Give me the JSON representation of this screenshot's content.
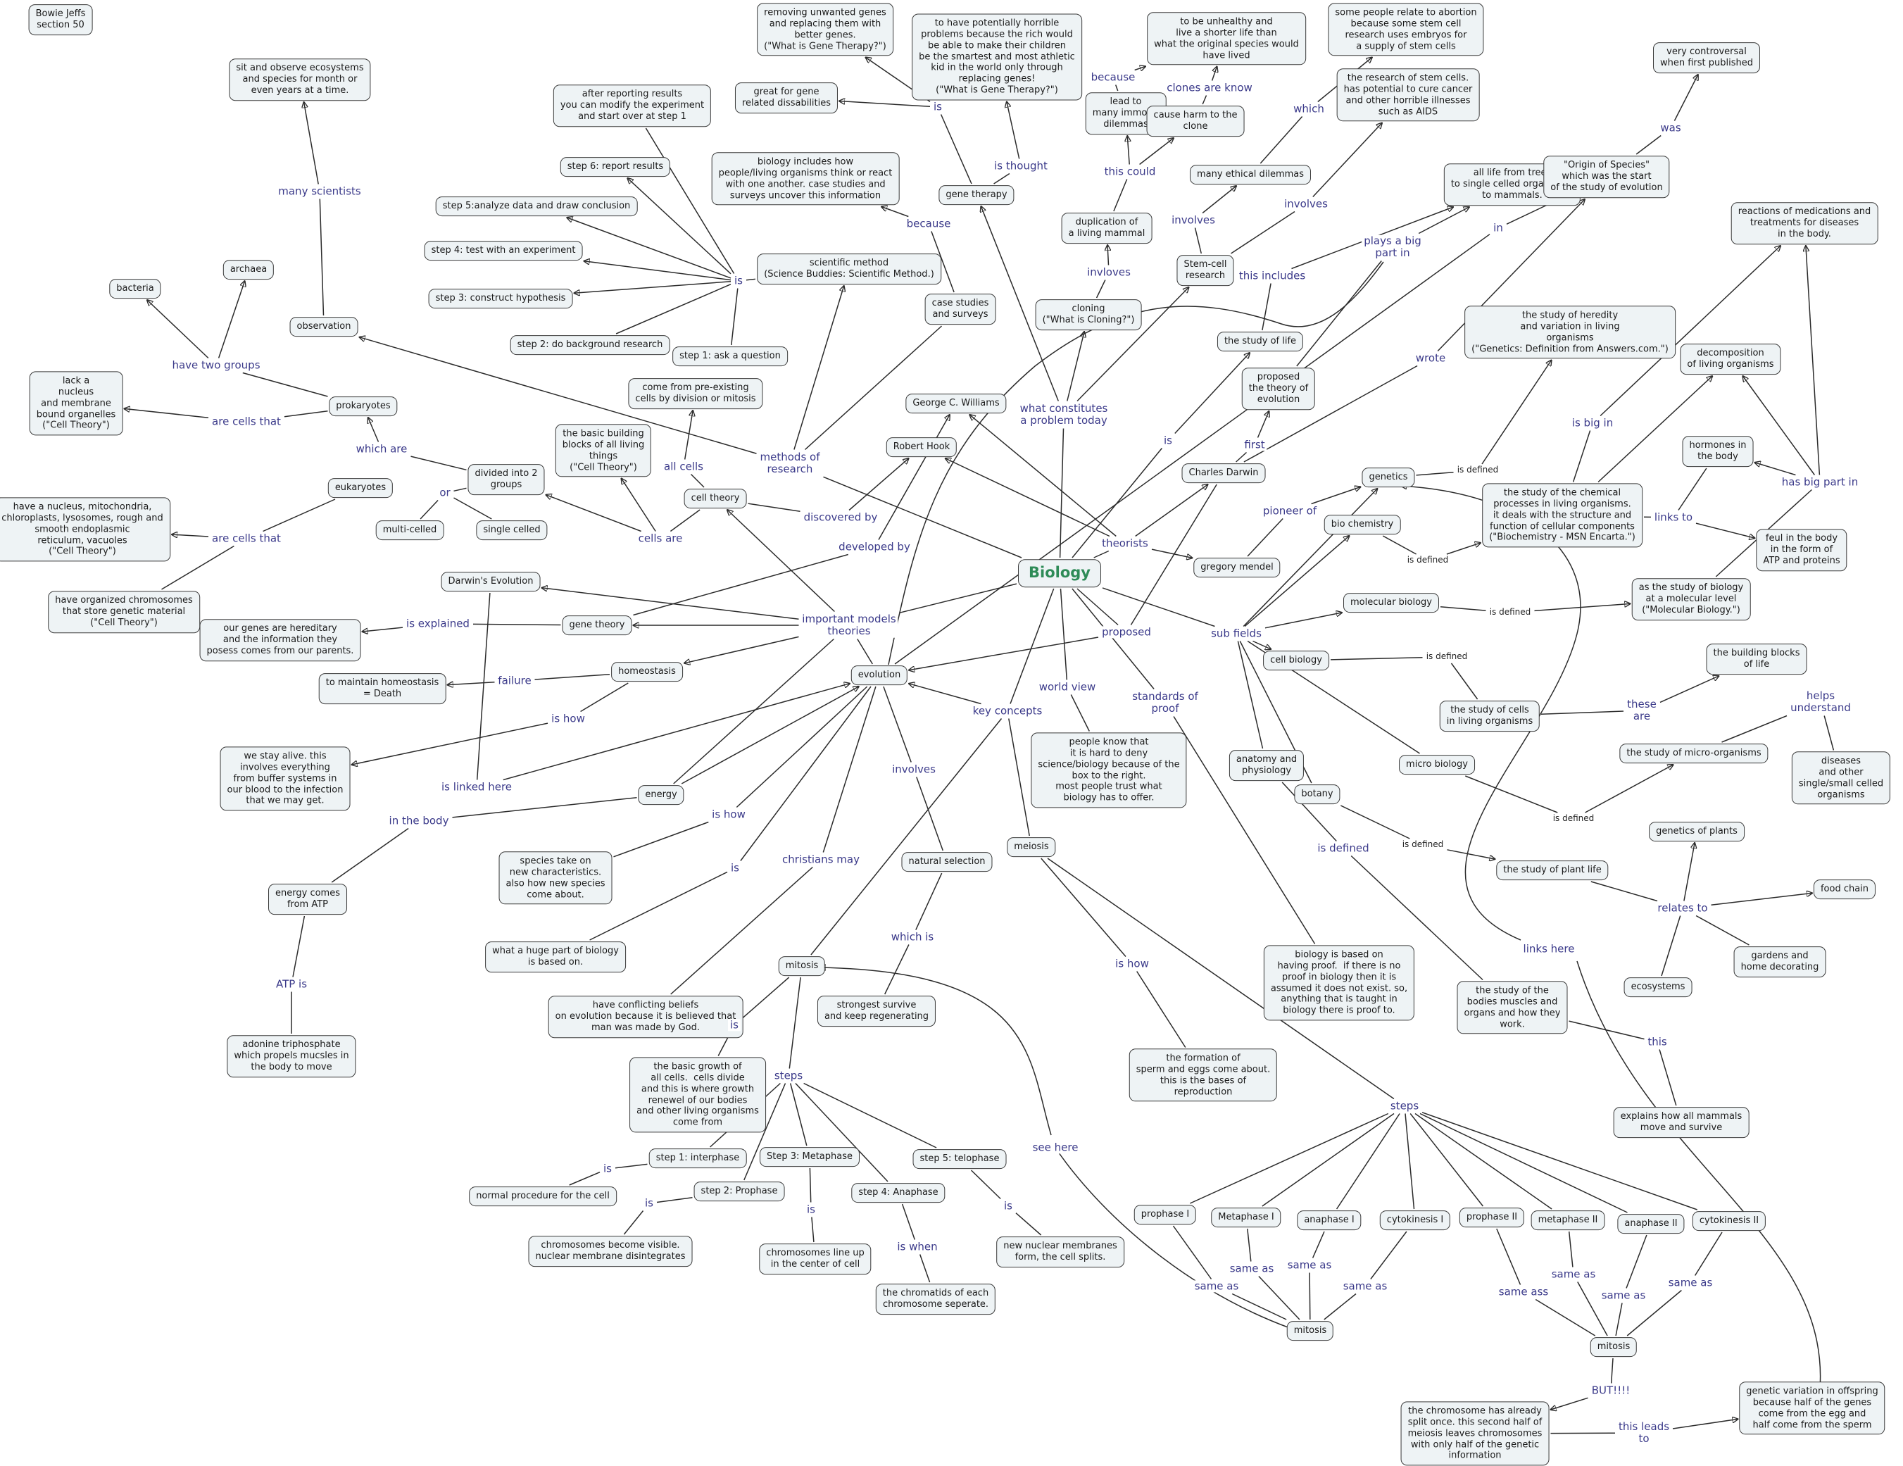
{
  "colors": {
    "node_fill": "#eef3f5",
    "node_border": "#3a3a3a",
    "root_text": "#2e8b57",
    "link_label": "#3b3a8a",
    "line": "#2b2b2b"
  },
  "nodes": [
    {
      "id": "biology",
      "text": "Biology",
      "root": true
    },
    {
      "id": "author",
      "text": "Bowie Jeffs\nsection 50"
    },
    {
      "id": "sit",
      "text": "sit and observe ecosystems\nand species for month or\neven years at a time."
    },
    {
      "id": "removing",
      "text": "removing unwanted genes\nand replacing them with\nbetter genes.\n(\"What is Gene Therapy?\")"
    },
    {
      "id": "horrible",
      "text": "to have potentially horrible\nproblems because the rich would\nbe able to make their children\nbe the smartest and most athletic\nkid in the world only through\nreplacing genes!\n(\"What is Gene Therapy?\")"
    },
    {
      "id": "unhealthy",
      "text": "to be unhealthy and\nlive a shorter life than\nwhat the original species would\nhave lived"
    },
    {
      "id": "abortion",
      "text": "some people relate to abortion\nbecause some stem cell\nresearch uses embryos for\na supply of stem cells"
    },
    {
      "id": "controversial",
      "text": "very controversal\nwhen first published"
    },
    {
      "id": "reporting",
      "text": "after reporting results\nyou can modify the experiment\nand start over at step 1"
    },
    {
      "id": "dissabilities",
      "text": "great for gene\nrelated dissabilities"
    },
    {
      "id": "dilemmas",
      "text": "lead to\nmany immoral\ndilemmas"
    },
    {
      "id": "harm",
      "text": "cause harm to the\nclone"
    },
    {
      "id": "cancer",
      "text": "the research of stem cells.\nhas potential to cure cancer\nand other horrible illnesses\nsuch as AIDS"
    },
    {
      "id": "step6",
      "text": "step 6: report results"
    },
    {
      "id": "howreact",
      "text": "biology includes how\npeople/living organisms think or react\nwith one another. case studies and\nsurveys uncover this information"
    },
    {
      "id": "genetherapy",
      "text": "gene therapy"
    },
    {
      "id": "ethical",
      "text": "many ethical dilemmas"
    },
    {
      "id": "alllife",
      "text": "all life from trees\nto single celled orgamisms\nto mammals."
    },
    {
      "id": "origin",
      "text": "\"Origin of Species\"\nwhich was the start\nof the study of evolution"
    },
    {
      "id": "reactions",
      "text": "reactions of medications and\ntreatments for diseases\nin the body."
    },
    {
      "id": "step5",
      "text": "step 5:analyze data and draw conclusion"
    },
    {
      "id": "duplication",
      "text": "duplication of\na living mammal"
    },
    {
      "id": "step4",
      "text": "step 4: test with an experiment"
    },
    {
      "id": "archaea",
      "text": "archaea"
    },
    {
      "id": "scientific",
      "text": "scientific method\n(Science Buddies: Scientific Method.)"
    },
    {
      "id": "stemcell",
      "text": "Stem-cell\nresearch"
    },
    {
      "id": "bacteria",
      "text": "bacteria"
    },
    {
      "id": "step3",
      "text": "step 3: construct hypothesis"
    },
    {
      "id": "casestudies",
      "text": "case studies\nand surveys"
    },
    {
      "id": "cloning",
      "text": "cloning\n(\"What is Cloning?\")"
    },
    {
      "id": "observation",
      "text": "observation"
    },
    {
      "id": "heredity",
      "text": "the study of heredity\nand variation in living\norganisms\n(\"Genetics: Definition from Answers.com.\")"
    },
    {
      "id": "studylife",
      "text": "the study of life"
    },
    {
      "id": "step2",
      "text": "step 2: do background research"
    },
    {
      "id": "step1",
      "text": "step 1: ask a question"
    },
    {
      "id": "decomposition",
      "text": "decomposition\nof living organisms"
    },
    {
      "id": "lack",
      "text": "lack a\nnucleus\nand membrane\nbound organelles\n(\"Cell Theory\")"
    },
    {
      "id": "prokaryotes",
      "text": "prokaryotes"
    },
    {
      "id": "preexisting",
      "text": "come from pre-existing\ncells by division or mitosis"
    },
    {
      "id": "proposedtheory",
      "text": "proposed\nthe theory of\nevolution"
    },
    {
      "id": "williams",
      "text": "George C. Williams"
    },
    {
      "id": "buildingblocks",
      "text": "the basic building\nblocks of all living\nthings\n(\"Cell Theory\")"
    },
    {
      "id": "hook",
      "text": "Robert Hook"
    },
    {
      "id": "hormones",
      "text": "hormones in\nthe body"
    },
    {
      "id": "darwin",
      "text": "Charles Darwin"
    },
    {
      "id": "genetics",
      "text": "genetics"
    },
    {
      "id": "divided",
      "text": "divided into 2\ngroups"
    },
    {
      "id": "eukaryotes",
      "text": "eukaryotes"
    },
    {
      "id": "chemical",
      "text": "the study of the chemical\nprocesses in living organisms.\nit deals with the structure and\nfunction of cellular components\n(\"Biochemistry - MSN Encarta.\")"
    },
    {
      "id": "celltheory",
      "text": "cell theory"
    },
    {
      "id": "nucleus",
      "text": "have a nucleus, mitochondria,\nchloroplasts, lysosomes, rough and\nsmooth endoplasmic\nreticulum, vacuoles\n(\"Cell Theory\")"
    },
    {
      "id": "multicelled",
      "text": "multi-celled"
    },
    {
      "id": "singlecelled",
      "text": "single celled"
    },
    {
      "id": "biochem",
      "text": "bio chemistry"
    },
    {
      "id": "feul",
      "text": "feul in the body\nin the form of\nATP and proteins"
    },
    {
      "id": "mendel",
      "text": "gregory mendel"
    },
    {
      "id": "darwinevo",
      "text": "Darwin's Evolution"
    },
    {
      "id": "molecularlevel",
      "text": "as the study of biology\nat a molecular level\n(\"Molecular Biology.\")"
    },
    {
      "id": "chromosomes",
      "text": "have organized chromosomes\nthat store genetic material\n(\"Cell Theory\")"
    },
    {
      "id": "molbio",
      "text": "molecular biology"
    },
    {
      "id": "genetheory",
      "text": "gene theory"
    },
    {
      "id": "hereditary",
      "text": "our genes are hereditary\nand the information they\nposess comes from our parents."
    },
    {
      "id": "blockslife",
      "text": "the building blocks\nof life"
    },
    {
      "id": "cellbio",
      "text": "cell biology"
    },
    {
      "id": "homeostasis",
      "text": "homeostasis"
    },
    {
      "id": "evolution",
      "text": "evolution"
    },
    {
      "id": "death",
      "text": "to maintain homeostasis\n= Death"
    },
    {
      "id": "cellsorg",
      "text": "the study of cells\nin living organisms"
    },
    {
      "id": "microorg",
      "text": "the study of micro-organisms"
    },
    {
      "id": "diseases",
      "text": "diseases\nand other\nsingle/small celled\norganisms"
    },
    {
      "id": "alive",
      "text": "we stay alive. this\ninvolves everything\nfrom buffer systems in\nour blood to the infection\nthat we may get."
    },
    {
      "id": "peopleknow",
      "text": "people know that\nit is hard to deny\nscience/biology because of the\nbox to the right.\nmost people trust what\nbiology has to offer."
    },
    {
      "id": "anatomy",
      "text": "anatomy and\nphysiology"
    },
    {
      "id": "microbio",
      "text": "micro biology"
    },
    {
      "id": "energy",
      "text": "energy"
    },
    {
      "id": "botany",
      "text": "botany"
    },
    {
      "id": "geneticsplants",
      "text": "genetics of plants"
    },
    {
      "id": "characteristics",
      "text": "species take on\nnew characteristics.\nalso how new species\ncome about."
    },
    {
      "id": "meiosis",
      "text": "meiosis"
    },
    {
      "id": "naturalsel",
      "text": "natural selection"
    },
    {
      "id": "plantlife",
      "text": "the study of plant life"
    },
    {
      "id": "foodchain",
      "text": "food chain"
    },
    {
      "id": "fromatp",
      "text": "energy comes\nfrom ATP"
    },
    {
      "id": "hugepart",
      "text": "what a huge part of biology\nis based on."
    },
    {
      "id": "proof",
      "text": "biology is based on\nhaving proof.  if there is no\nproof in biology then it is\nassumed it does not exist. so,\nanything that is taught in\nbiology there is proof to."
    },
    {
      "id": "gardens",
      "text": "gardens and\nhome decorating"
    },
    {
      "id": "mitosis",
      "text": "mitosis"
    },
    {
      "id": "ecosystems",
      "text": "ecosystems"
    },
    {
      "id": "bodies",
      "text": "the study of the\nbodies muscles and\norgans and how they\nwork."
    },
    {
      "id": "conflicting",
      "text": "have conflicting beliefs\non evolution because it is believed that\nman was made by God."
    },
    {
      "id": "strongest",
      "text": "strongest survive\nand keep regenerating"
    },
    {
      "id": "adonine",
      "text": "adonine triphosphate\nwhich propels mucsles in\nthe body to move"
    },
    {
      "id": "growth",
      "text": "the basic growth of\nall cells.  cells divide\nand this is where growth\nrenewel of our bodies\nand other living organisms\ncome from"
    },
    {
      "id": "formation",
      "text": "the formation of\nsperm and eggs come about.\nthis is the bases of\nreproduction"
    },
    {
      "id": "mammals",
      "text": "explains how all mammals\nmove and survive"
    },
    {
      "id": "m_step1",
      "text": "step 1: interphase"
    },
    {
      "id": "m_step3",
      "text": "Step 3: Metaphase"
    },
    {
      "id": "m_step5",
      "text": "step 5: telophase"
    },
    {
      "id": "m_step2",
      "text": "step 2: Prophase"
    },
    {
      "id": "m_step4",
      "text": "step 4: Anaphase"
    },
    {
      "id": "normal",
      "text": "normal procedure for the cell"
    },
    {
      "id": "prophase1",
      "text": "prophase I"
    },
    {
      "id": "metaphase1",
      "text": "Metaphase I"
    },
    {
      "id": "anaphase1",
      "text": "anaphase I"
    },
    {
      "id": "cytokinesis1",
      "text": "cytokinesis I"
    },
    {
      "id": "prophase2",
      "text": "prophase II"
    },
    {
      "id": "metaphase2",
      "text": "metaphase II"
    },
    {
      "id": "anaphase2",
      "text": "anaphase II"
    },
    {
      "id": "cytokinesis2",
      "text": "cytokinesis II"
    },
    {
      "id": "visible",
      "text": "chromosomes become visible.\nnuclear membrane disintegrates"
    },
    {
      "id": "newmembranes",
      "text": "new nuclear membranes\nform, the cell splits."
    },
    {
      "id": "lineup",
      "text": "chromosomes line up\nin the center of cell"
    },
    {
      "id": "chromatids",
      "text": "the chromatids of each\nchromosome seperate."
    },
    {
      "id": "mitosis_b1",
      "text": "mitosis"
    },
    {
      "id": "mitosis_b2",
      "text": "mitosis"
    },
    {
      "id": "splitonce",
      "text": "the chromosome has already\nsplit once. this second half of\nmeiosis leaves chromosomes\nwith only half of the genetic\ninformation"
    },
    {
      "id": "variation",
      "text": "genetic variation in offspring\nbecause half of the genes\ncome from the egg and\nhalf come from the sperm"
    }
  ],
  "labels": [
    {
      "id": "l_manysci",
      "text": "many scientists"
    },
    {
      "id": "l_is_gt",
      "text": "is"
    },
    {
      "id": "l_isthought",
      "text": "is thought"
    },
    {
      "id": "l_because1",
      "text": "because"
    },
    {
      "id": "l_clones",
      "text": "clones are know"
    },
    {
      "id": "l_which1",
      "text": "which"
    },
    {
      "id": "l_was",
      "text": "was"
    },
    {
      "id": "l_thiscould",
      "text": "this could"
    },
    {
      "id": "l_involves1",
      "text": "involves"
    },
    {
      "id": "l_involves2",
      "text": "involves"
    },
    {
      "id": "l_because2",
      "text": "because"
    },
    {
      "id": "l_invloves",
      "text": "invloves"
    },
    {
      "id": "l_is_steps",
      "text": "is"
    },
    {
      "id": "l_playsbig",
      "text": "plays a big\npart in"
    },
    {
      "id": "l_thisincludes",
      "text": "this includes"
    },
    {
      "id": "l_in",
      "text": "in"
    },
    {
      "id": "l_havetwo",
      "text": "have two groups"
    },
    {
      "id": "l_wrote",
      "text": "wrote"
    },
    {
      "id": "l_arecells1",
      "text": "are cells that"
    },
    {
      "id": "l_isbigin",
      "text": "is big in"
    },
    {
      "id": "l_whichare",
      "text": "which are"
    },
    {
      "id": "l_what",
      "text": "what constitutes\na problem today"
    },
    {
      "id": "l_methods",
      "text": "methods of\nresearch"
    },
    {
      "id": "l_allcells",
      "text": "all cells"
    },
    {
      "id": "l_first",
      "text": "first"
    },
    {
      "id": "l_or",
      "text": "or"
    },
    {
      "id": "l_is_darwin",
      "text": "is"
    },
    {
      "id": "l_hasbig",
      "text": "has big part in"
    },
    {
      "id": "l_isdefined1",
      "text": "is defined",
      "small": true
    },
    {
      "id": "l_discovered",
      "text": "discovered by"
    },
    {
      "id": "l_pioneer",
      "text": "pioneer of"
    },
    {
      "id": "l_linksto",
      "text": "links to"
    },
    {
      "id": "l_arecells2",
      "text": "are cells that"
    },
    {
      "id": "l_cellsare",
      "text": "cells are"
    },
    {
      "id": "l_theorists",
      "text": "theorists"
    },
    {
      "id": "l_isdefined2",
      "text": "is defined",
      "small": true
    },
    {
      "id": "l_developed",
      "text": "developed by"
    },
    {
      "id": "l_isdefined3",
      "text": "is defined",
      "small": true
    },
    {
      "id": "l_important",
      "text": "important models\ntheories"
    },
    {
      "id": "l_isexplained",
      "text": "is explained"
    },
    {
      "id": "l_proposed",
      "text": "proposed"
    },
    {
      "id": "l_subfields",
      "text": "sub fields"
    },
    {
      "id": "l_isdefined4",
      "text": "is defined",
      "small": true
    },
    {
      "id": "l_failure",
      "text": "failure"
    },
    {
      "id": "l_thesearе",
      "text": "these\nare"
    },
    {
      "id": "l_keyconcepts",
      "text": "key concepts"
    },
    {
      "id": "l_worldview",
      "text": "world view"
    },
    {
      "id": "l_standards",
      "text": "standards of\nproof"
    },
    {
      "id": "l_helps",
      "text": "helps\nunderstand"
    },
    {
      "id": "l_ishow1",
      "text": "is how"
    },
    {
      "id": "l_involves3",
      "text": "involves"
    },
    {
      "id": "l_islinked",
      "text": "is linked here"
    },
    {
      "id": "l_isdefined5",
      "text": "is defined",
      "small": true
    },
    {
      "id": "l_isdefined6",
      "text": "is defined"
    },
    {
      "id": "l_ishow2",
      "text": "is how"
    },
    {
      "id": "l_inthebody",
      "text": "in the body"
    },
    {
      "id": "l_isdefined7",
      "text": "is defined",
      "small": true
    },
    {
      "id": "l_christians",
      "text": "christians may"
    },
    {
      "id": "l_is_huge",
      "text": "is"
    },
    {
      "id": "l_relatesto",
      "text": "relates to"
    },
    {
      "id": "l_whichis",
      "text": "which is"
    },
    {
      "id": "l_linkshere",
      "text": "links here"
    },
    {
      "id": "l_ishow3",
      "text": "is how"
    },
    {
      "id": "l_atpis",
      "text": "ATP is"
    },
    {
      "id": "l_is_growth",
      "text": "is"
    },
    {
      "id": "l_this",
      "text": "this"
    },
    {
      "id": "l_steps1",
      "text": "steps"
    },
    {
      "id": "l_steps2",
      "text": "steps"
    },
    {
      "id": "l_seehere",
      "text": "see here"
    },
    {
      "id": "l_is_norm",
      "text": "is"
    },
    {
      "id": "l_is_vis",
      "text": "is"
    },
    {
      "id": "l_is_lineup",
      "text": "is"
    },
    {
      "id": "l_is_new",
      "text": "is"
    },
    {
      "id": "l_iswhen",
      "text": "is when"
    },
    {
      "id": "l_sameas1",
      "text": "same as"
    },
    {
      "id": "l_sameas2",
      "text": "same as"
    },
    {
      "id": "l_sameas3",
      "text": "same as"
    },
    {
      "id": "l_sameas4",
      "text": "same as"
    },
    {
      "id": "l_sameass",
      "text": "same ass"
    },
    {
      "id": "l_sameas5",
      "text": "same as"
    },
    {
      "id": "l_sameas6",
      "text": "same as"
    },
    {
      "id": "l_sameas7",
      "text": "same as"
    },
    {
      "id": "l_but",
      "text": "BUT!!!!"
    },
    {
      "id": "l_thisleads",
      "text": "this leads\nto"
    }
  ]
}
